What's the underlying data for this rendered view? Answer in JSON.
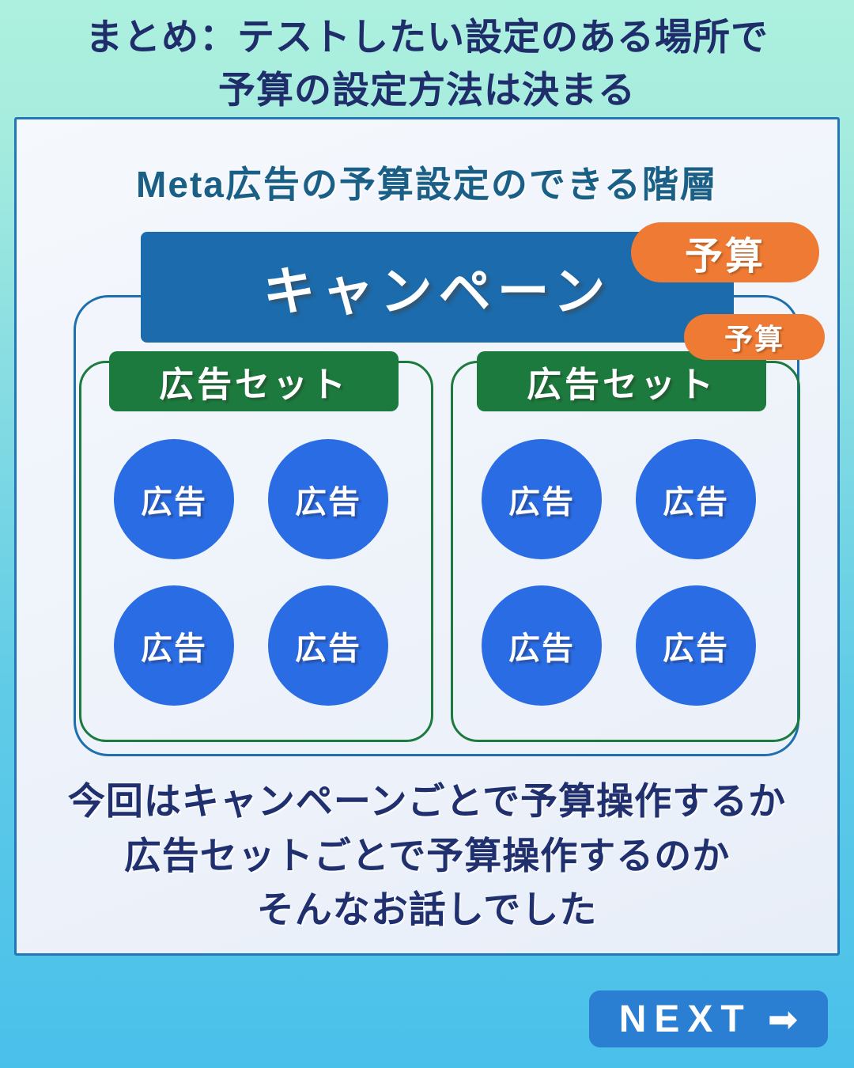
{
  "header": {
    "line1": "まとめ：テストしたい設定のある場所で",
    "line2": "予算の設定方法は決まる"
  },
  "diagram": {
    "title": "Meta広告の予算設定のできる階層",
    "campaign_label": "キャンペーン",
    "budget_campaign_label": "予算",
    "budget_adset_label": "予算",
    "adsets": [
      {
        "label": "広告セット",
        "ads": [
          "広告",
          "広告",
          "広告",
          "広告"
        ]
      },
      {
        "label": "広告セット",
        "ads": [
          "広告",
          "広告",
          "広告",
          "広告"
        ]
      }
    ]
  },
  "summary": {
    "line1": "今回はキャンペーンごとで予算操作するか",
    "line2": "広告セットごとで予算操作するのか",
    "line3": "そんなお話しでした"
  },
  "footer": {
    "next_label": "NEXT",
    "arrow_glyph": "➡"
  },
  "colors": {
    "header_background": "#adf0df",
    "footer_background": "#49c0ea",
    "campaign_blue": "#1b6bad",
    "budget_orange": "#ef7a33",
    "adset_green": "#1d7a3e",
    "ad_circle_blue": "#2a6ce4",
    "next_button_blue": "#2a7fd2",
    "navy_text": "#1f2d6b"
  }
}
